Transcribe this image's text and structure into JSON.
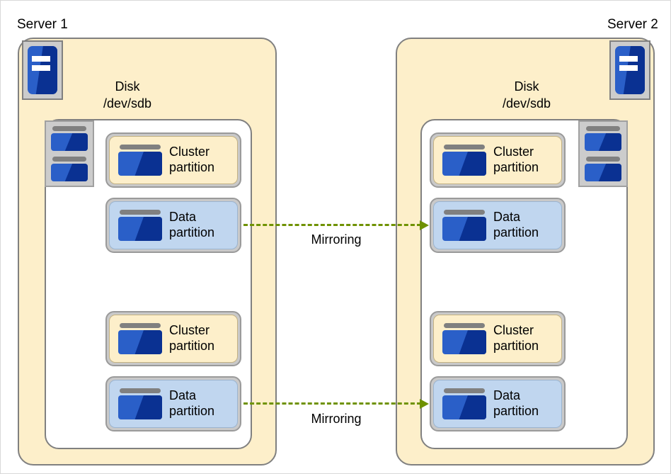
{
  "diagram": {
    "title_left": "Server 1",
    "title_right": "Server 2",
    "disk_label": "Disk\n/dev/sdb",
    "mirroring_label_top": "Mirroring",
    "mirroring_label_bottom": "Mirroring",
    "partition_labels": {
      "cluster": "Cluster\npartition",
      "data": "Data\npartition"
    },
    "colors": {
      "server_fill": "#FDEFCA",
      "disk_fill": "#FFFFFF",
      "cluster_fill": "#FDEFCA",
      "data_fill": "#C0D6EF",
      "border_gray": "#808080",
      "arrow_green": "#6F9200",
      "icon_blue_light": "#2A5FC8",
      "icon_blue_dark": "#0A3192"
    },
    "servers": [
      {
        "name": "Server 1",
        "side": "left",
        "disk": "Disk\n/dev/sdb",
        "partitions": [
          {
            "type": "cluster",
            "label": "Cluster\npartition"
          },
          {
            "type": "data",
            "label": "Data\npartition"
          },
          {
            "type": "cluster",
            "label": "Cluster\npartition"
          },
          {
            "type": "data",
            "label": "Data\npartition"
          }
        ]
      },
      {
        "name": "Server 2",
        "side": "right",
        "disk": "Disk\n/dev/sdb",
        "partitions": [
          {
            "type": "cluster",
            "label": "Cluster\npartition"
          },
          {
            "type": "data",
            "label": "Data\npartition"
          },
          {
            "type": "cluster",
            "label": "Cluster\npartition"
          },
          {
            "type": "data",
            "label": "Data\npartition"
          }
        ]
      }
    ],
    "mirroring_links": [
      {
        "label": "Mirroring",
        "from": "Server 1 Data partition 1",
        "to": "Server 2 Data partition 1"
      },
      {
        "label": "Mirroring",
        "from": "Server 1 Data partition 2",
        "to": "Server 2 Data partition 2"
      }
    ],
    "icons": {
      "server": "server-machine-icon",
      "disk": "disk-stack-icon",
      "partition": "partition-card-icon"
    }
  }
}
